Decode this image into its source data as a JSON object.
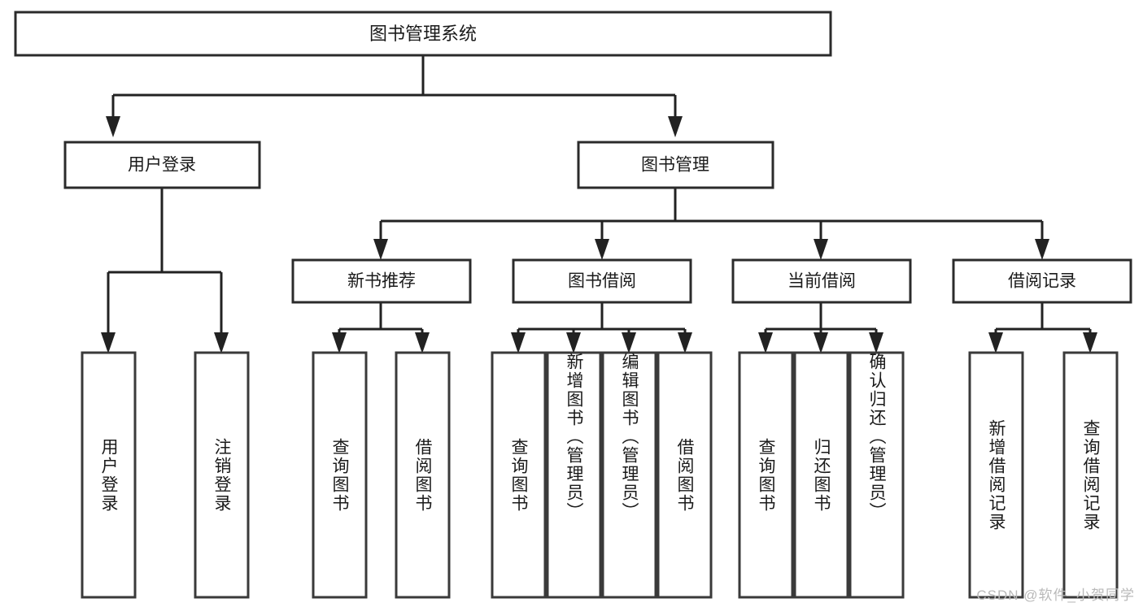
{
  "diagram": {
    "title": "图书管理系统",
    "type": "tree-hierarchy",
    "root": {
      "label": "图书管理系统"
    },
    "level2": [
      {
        "label": "用户登录"
      },
      {
        "label": "图书管理"
      }
    ],
    "level3": [
      {
        "label": "新书推荐"
      },
      {
        "label": "图书借阅"
      },
      {
        "label": "当前借阅"
      },
      {
        "label": "借阅记录"
      }
    ],
    "leaves": {
      "user_login": [
        {
          "label": "用户登录"
        },
        {
          "label": "注销登录"
        }
      ],
      "new_book_recommend": [
        {
          "label": "查询图书"
        },
        {
          "label": "借阅图书"
        }
      ],
      "book_borrow": [
        {
          "label": "查询图书"
        },
        {
          "label": "新增图书（管理员）"
        },
        {
          "label": "编辑图书（管理员）"
        },
        {
          "label": "借阅图书"
        }
      ],
      "current_borrow": [
        {
          "label": "查询图书"
        },
        {
          "label": "归还图书"
        },
        {
          "label": "确认归还（管理员）"
        }
      ],
      "borrow_record": [
        {
          "label": "新增借阅记录"
        },
        {
          "label": "查询借阅记录"
        }
      ]
    }
  },
  "watermark": {
    "text": "CSDN @软件_小贺同学"
  },
  "colors": {
    "box_stroke": "#2b2b2b",
    "connector": "#222222",
    "text": "#1a1a1a",
    "background": "#ffffff",
    "watermark": "#b9b9b9"
  }
}
